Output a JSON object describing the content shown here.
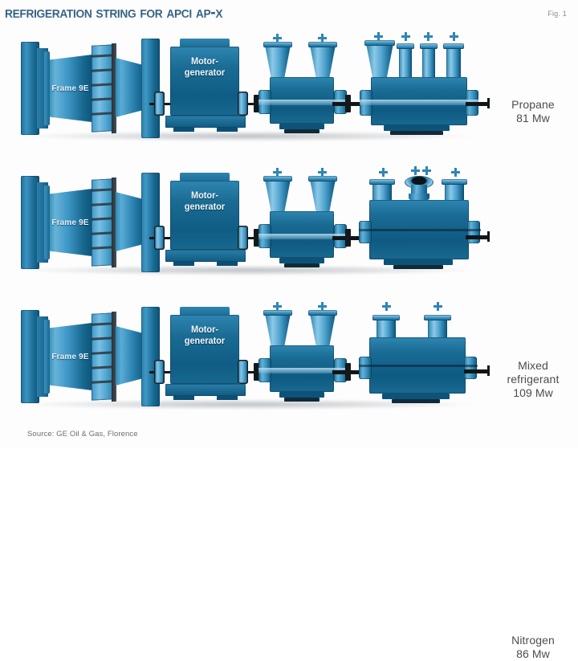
{
  "header": {
    "title": "Refrigeration string for APCI AP-X",
    "figure_label": "Fig. 1"
  },
  "footer": {
    "source": "Source: GE Oil & Gas, Florence"
  },
  "colors": {
    "title_blue": "#3a6a8c",
    "machine_blue": "#15688f",
    "machine_blue_light": "#4ba0cc",
    "machine_blue_dark": "#0d547a",
    "label_gray": "#4c4c4c",
    "source_gray": "#6f6f6f",
    "background": "#fdfdfd"
  },
  "rows": [
    {
      "id": "row-propane",
      "turbine_label": "Frame 9E",
      "motor_generator_label_line1": "Motor-",
      "motor_generator_label_line2": "generator",
      "compressor_1": {
        "type": "barrel-trumpet",
        "nozzles": 2,
        "plus_markers": 2
      },
      "compressor_2": {
        "type": "barrel-multi-nozzle",
        "nozzles": 4,
        "plus_markers": 4
      },
      "output": {
        "service": "Propane",
        "power": "81 Mw"
      }
    },
    {
      "id": "row-mixed-refrigerant",
      "turbine_label": "Frame 9E",
      "motor_generator_label_line1": "Motor-",
      "motor_generator_label_line2": "generator",
      "compressor_1": {
        "type": "barrel-trumpet",
        "nozzles": 2,
        "plus_markers": 2
      },
      "compressor_2": {
        "type": "casing-ring-port",
        "nozzles": 2,
        "plus_markers": 4
      },
      "output": {
        "service_line1": "Mixed",
        "service_line2": "refrigerant",
        "power": "109 Mw"
      }
    },
    {
      "id": "row-nitrogen",
      "turbine_label": "Frame 9E",
      "motor_generator_label_line1": "Motor-",
      "motor_generator_label_line2": "generator",
      "compressor_1": {
        "type": "barrel-trumpet",
        "nozzles": 2,
        "plus_markers": 2
      },
      "compressor_2": {
        "type": "casing-flat-nozzle",
        "nozzles": 2,
        "plus_markers": 2
      },
      "output": {
        "service": "Nitrogen",
        "power": "86 Mw"
      }
    }
  ]
}
